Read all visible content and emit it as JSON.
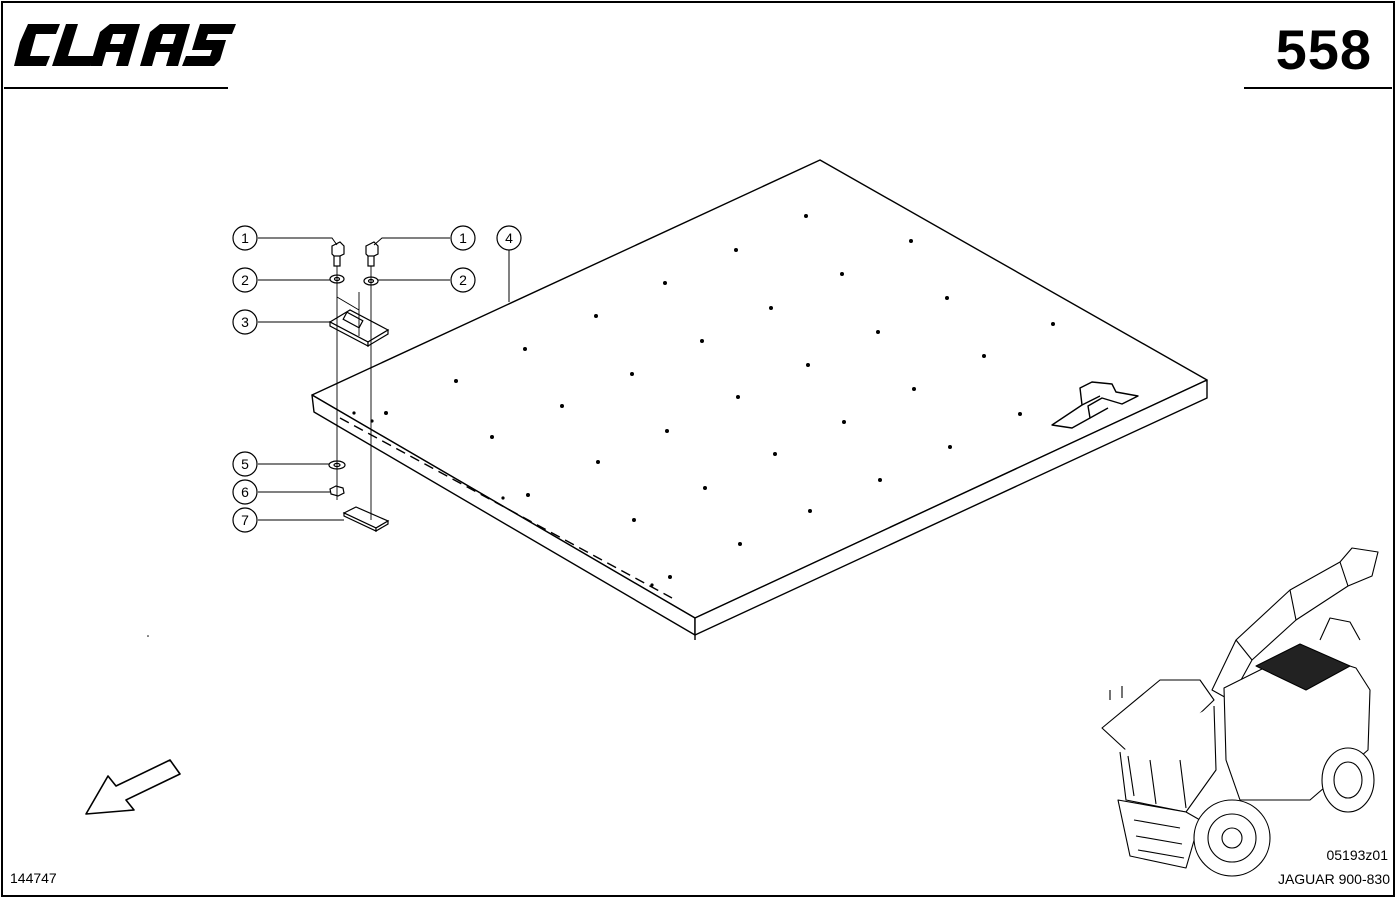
{
  "header": {
    "brand": "CLAAS",
    "page_number": "558"
  },
  "callouts": [
    "1",
    "1",
    "2",
    "2",
    "3",
    "4",
    "5",
    "6",
    "7"
  ],
  "footer": {
    "document_id": "144747",
    "image_code": "05193z01",
    "model": "JAGUAR 900-830"
  },
  "icons": {
    "direction_arrow": "arrow-down-left-icon",
    "machine_thumbnail": "forage-harvester-icon"
  }
}
